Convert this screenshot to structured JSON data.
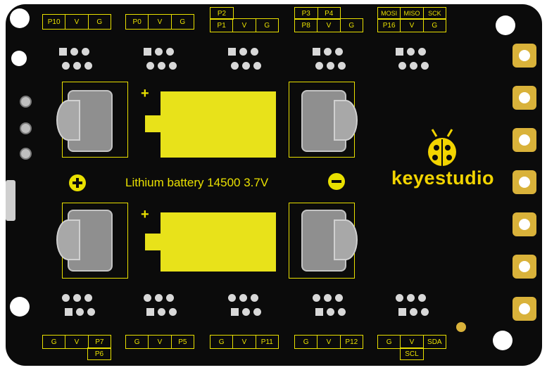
{
  "board": {
    "brand": "keyestudio",
    "battery_label": "Lithium battery 14500 3.7V",
    "plus_mark": "+",
    "minus_mark": "−"
  },
  "top_headers": [
    {
      "cells": [
        "P10",
        "V",
        "G"
      ]
    },
    {
      "cells": [
        "P0",
        "V",
        "G"
      ]
    },
    {
      "cells": [
        "P1",
        "V",
        "G"
      ],
      "extra": "P2"
    },
    {
      "cells": [
        "P8",
        "V",
        "G"
      ],
      "extra_left": "P3",
      "extra_right": "P4"
    },
    {
      "cells": [
        "P16",
        "V",
        "G"
      ],
      "extra3": [
        "MOSI",
        "MISO",
        "SCK"
      ]
    }
  ],
  "bottom_headers": [
    {
      "cells": [
        "G",
        "V",
        "P7"
      ],
      "extra": "P6"
    },
    {
      "cells": [
        "G",
        "V",
        "P5"
      ]
    },
    {
      "cells": [
        "G",
        "V",
        "P11"
      ]
    },
    {
      "cells": [
        "G",
        "V",
        "P12"
      ]
    },
    {
      "cells": [
        "G",
        "V",
        "SDA"
      ],
      "extra": "SCL"
    }
  ]
}
